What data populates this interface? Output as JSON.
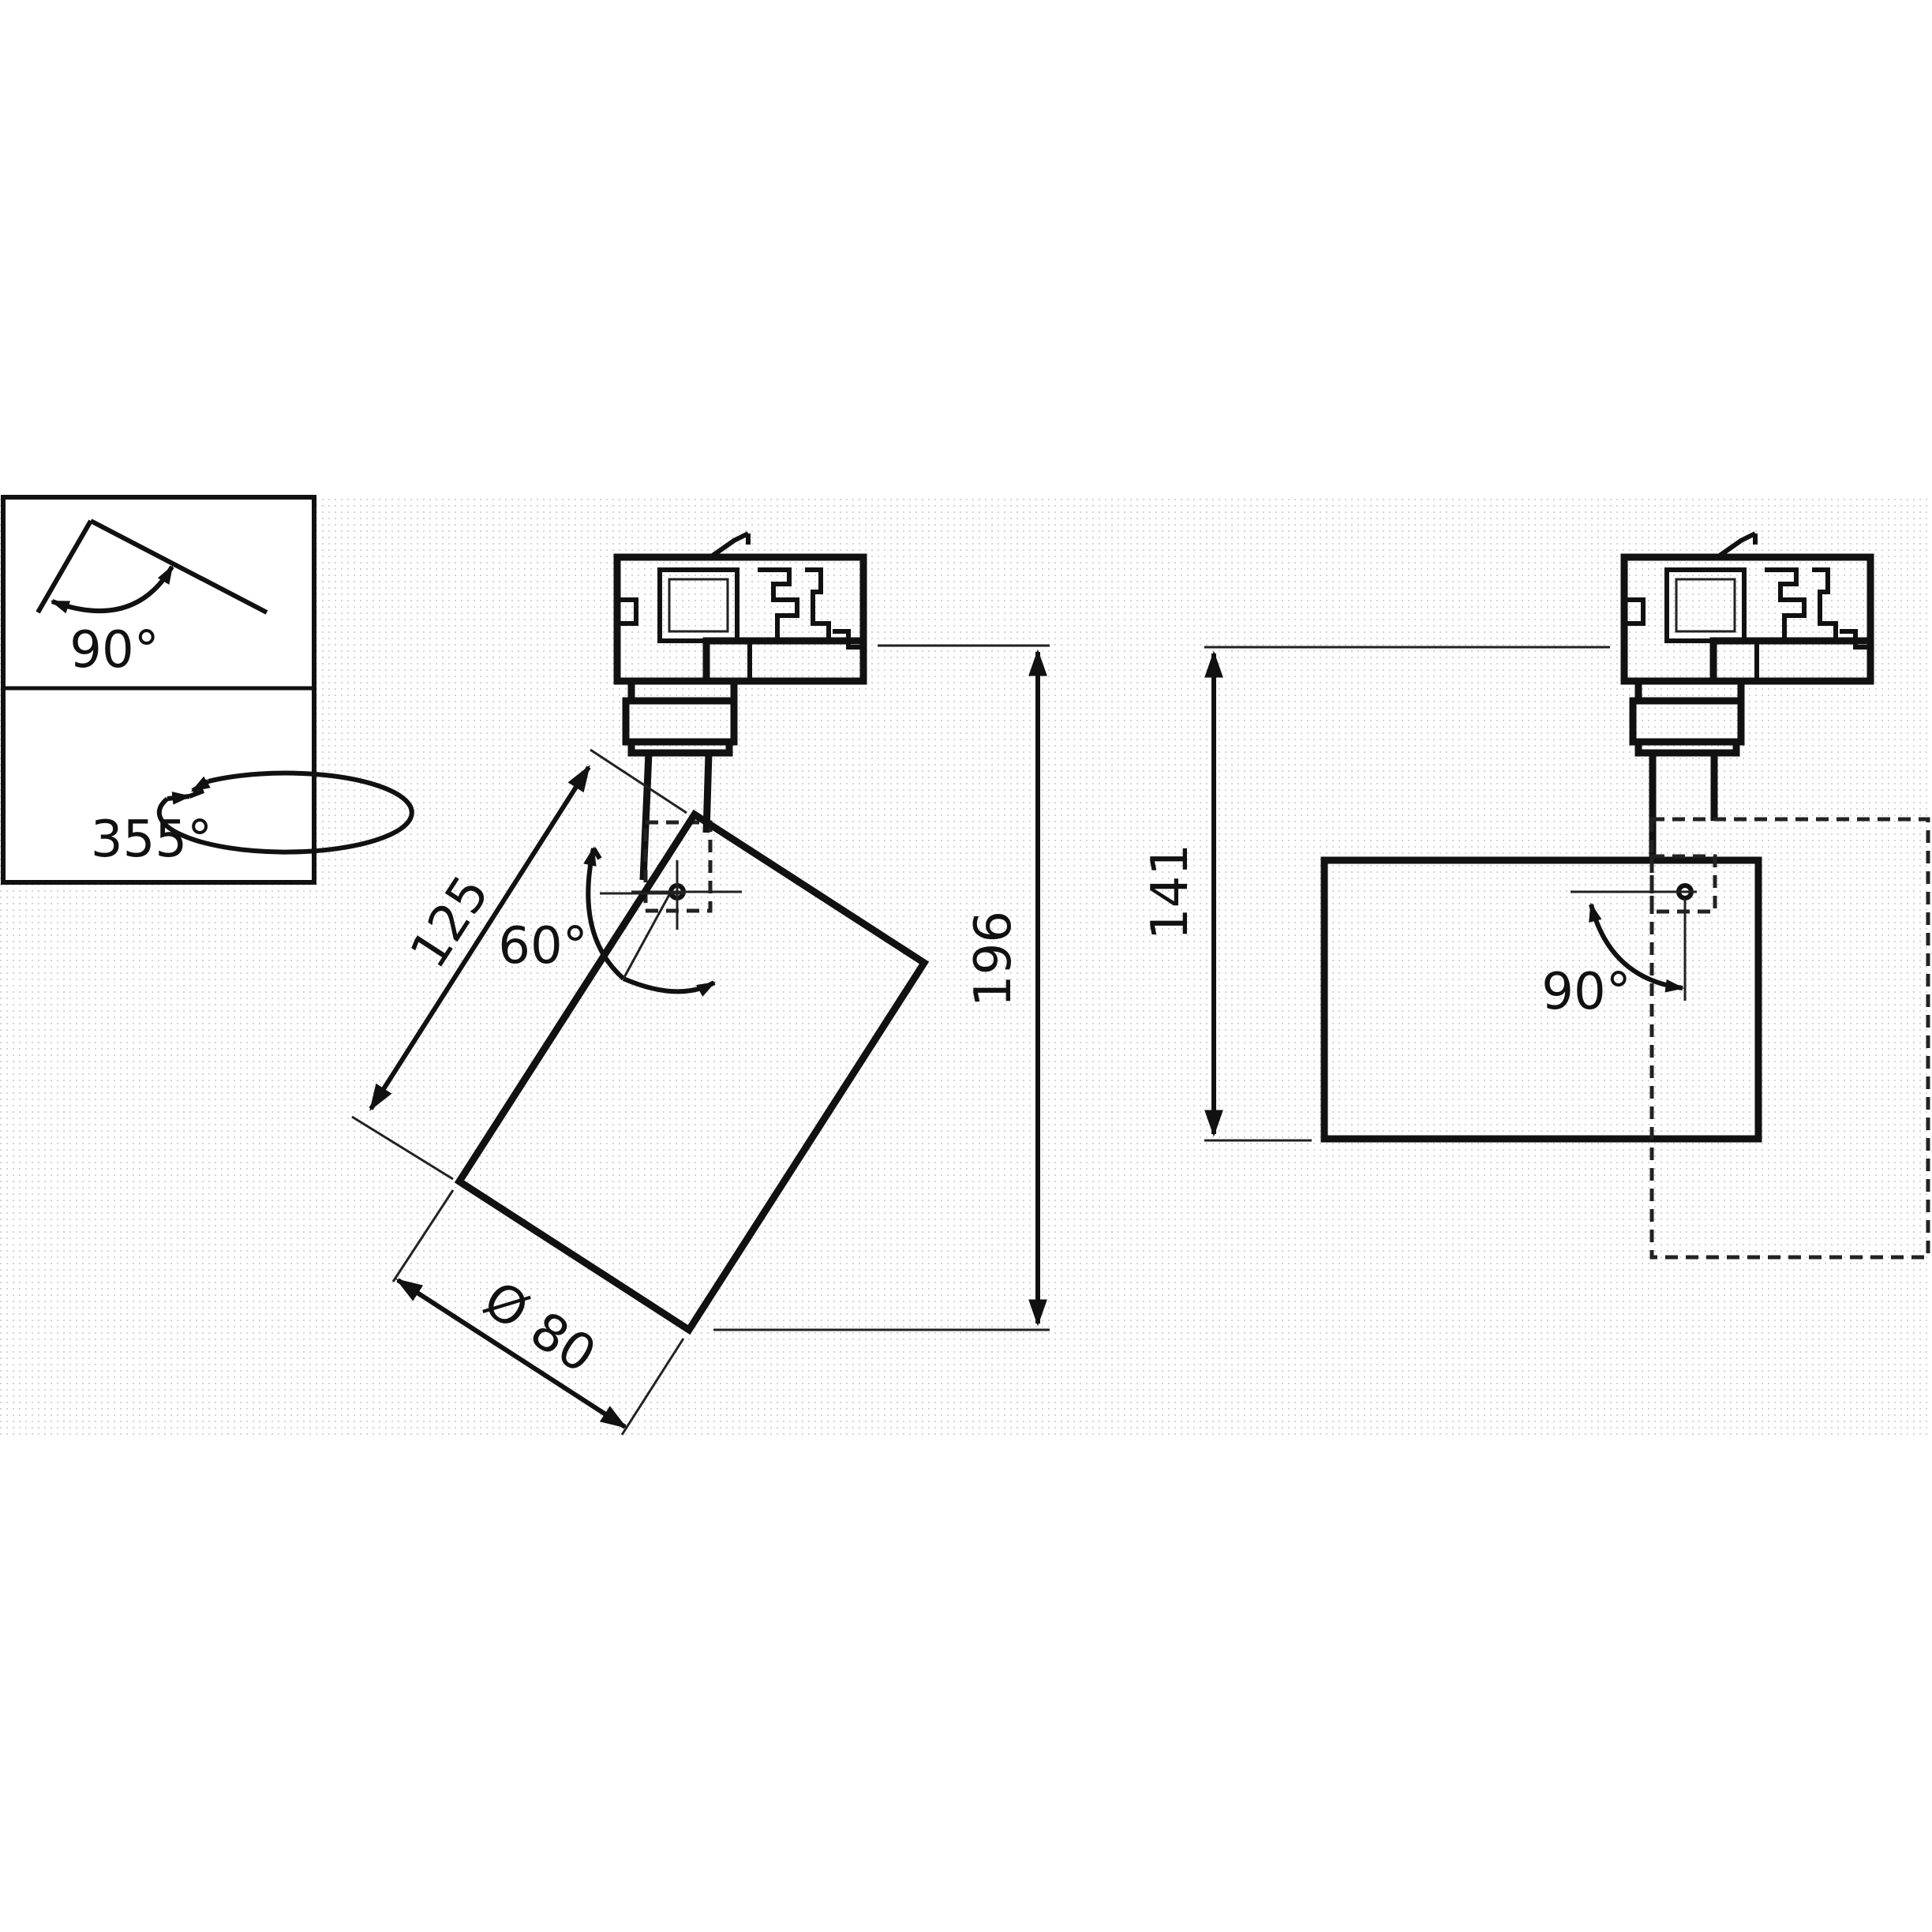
{
  "legend": {
    "tilt_label": "90°",
    "rotation_label": "355°"
  },
  "front_view": {
    "length_label": "125",
    "tilt_label": "60°",
    "height_label": "196",
    "diameter_label": "Ø 80"
  },
  "side_view": {
    "height_label": "141",
    "tilt_label": "90°"
  },
  "colors": {
    "line": "#111111",
    "grid": "#d4d4d4",
    "background": "#ffffff"
  }
}
